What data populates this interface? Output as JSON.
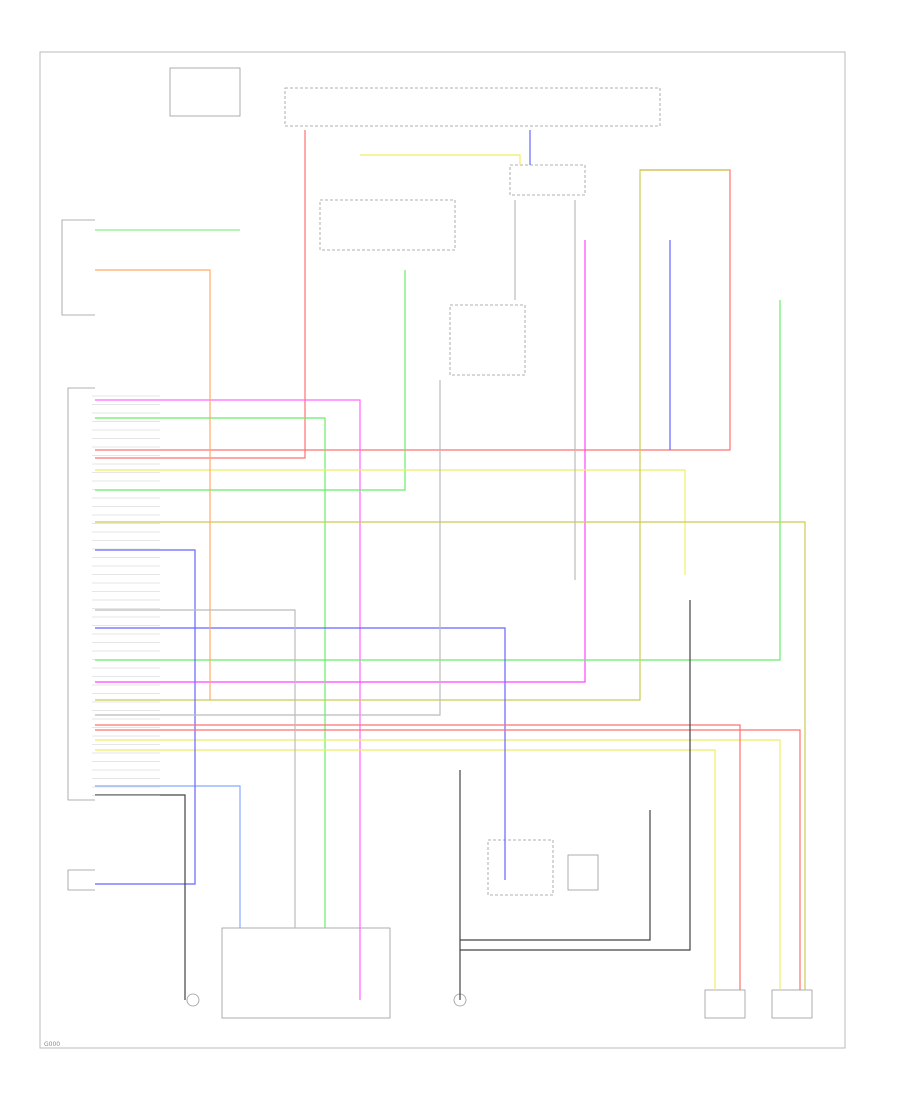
{
  "diagram": {
    "type": "wiring-schematic",
    "corner_label": "G000",
    "wire_colors": {
      "red": "#ff7070",
      "pink": "#ff66ff",
      "magenta": "#ff44ff",
      "green": "#66ee66",
      "lightgreen": "#88ee88",
      "yellow": "#eeee66",
      "olive": "#cccc55",
      "blue": "#6666ff",
      "lightblue": "#88aaff",
      "orange": "#ffaa66",
      "black": "#444444",
      "gray": "#bbbbbb",
      "frame": "#bbbbbb"
    },
    "components": [
      {
        "id": "ecu",
        "label": ""
      },
      {
        "id": "fuse-box",
        "label": ""
      },
      {
        "id": "relay-block",
        "label": ""
      },
      {
        "id": "tcm",
        "label": ""
      },
      {
        "id": "control-valve",
        "label": ""
      },
      {
        "id": "speed-sensor-1",
        "label": ""
      },
      {
        "id": "speed-sensor-2",
        "label": ""
      },
      {
        "id": "ground-1",
        "label": ""
      },
      {
        "id": "ground-2",
        "label": ""
      }
    ]
  }
}
